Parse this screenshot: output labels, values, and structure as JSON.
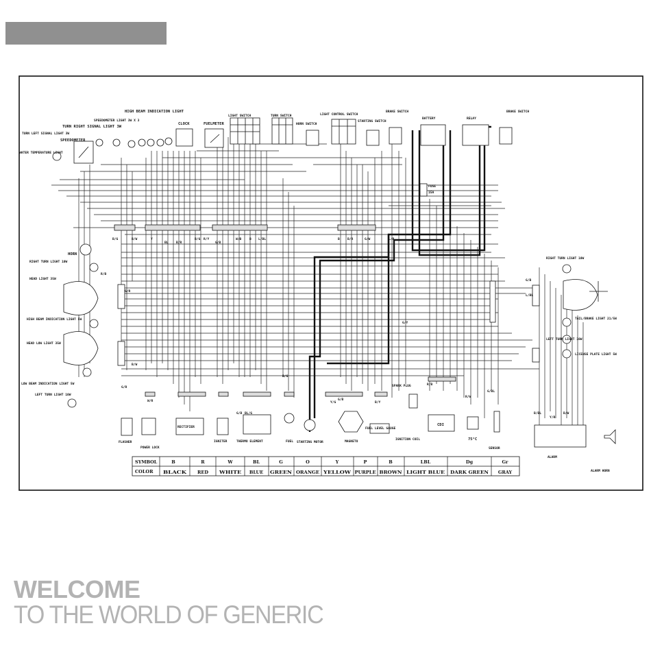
{
  "diagram": {
    "components": {
      "high_beam_indication_light": "HIGH BEAM INDICATION LIGHT",
      "speedometer_light": "SPEEDOMETER LIGHT 3W X 3",
      "turn_right_signal_light": "TURN RIGHT SIGNAL LIGHT 3W",
      "turn_left_signal_light": "TURN LEFT SIGNAL LIGHT 3W",
      "speedometer": "SPEEDOMETER",
      "water_temperature_light": "WATER TEMPERATURE LIGHT",
      "clock": "CLOCK",
      "fuel_meter": "FUELMETER",
      "light_switch": "LIGHT SWITCH",
      "turn_switch": "TURN SWITCH",
      "horn_switch": "HORN SWITCH",
      "light_control_switch": "LIGHT CONTROL SWITCH",
      "starting_switch": "STARTING SWITCH",
      "brake_switch_1": "BRAKE SWITCH",
      "battery": "BATTERY",
      "relay": "RELAY",
      "brake_switch_2": "BRAKE SWITCH",
      "fuse": "FUSE",
      "fuse_rating": "15A",
      "horn": "HORN",
      "right_turn_light_front": "RIGHT TURN LIGHT 10W",
      "head_light": "HEAD LIGHT 35W",
      "high_beam_indication_light_5w": "HIGH BEAM INDICATION LIGHT 5W",
      "head_low_light": "HEAD LOW LIGHT 35W",
      "low_beam_indication_light": "LOW BEAM INDICATION LIGHT 5W",
      "left_turn_light_front": "LEFT TURN LIGHT 10W",
      "right_turn_light_rear": "RIGHT TURN LIGHT 10W",
      "tail_brake_light": "TAIL/BRAKE LIGHT 21/5W",
      "left_turn_light_rear": "LEFT TURN LIGHT 10W",
      "license_plate_light": "LICENSE PLATE LIGHT 5W",
      "flasher": "FLASHER",
      "power_lock": "POWER LOCK",
      "rectifier": "RECTIFIER",
      "ignitor": "IGNITER",
      "thermo_element": "THERMO ELEMENT",
      "fuel_gauge": "FUEL",
      "starting_motor": "STARTING MOTOR",
      "magneto": "MAGNETO",
      "fuel_level_gauge": "FUEL LEVEL GAUGE",
      "spark_plug": "SPARK PLUG",
      "ignition_coil": "IGNITION COIL",
      "cdi": "CDI",
      "temp_sensor": "75°C",
      "sensor": "SENSOR",
      "alarm": "ALARM",
      "alarm_horn": "ALARM HORN"
    },
    "wire_codes": [
      "B/G",
      "B/W",
      "Y",
      "BL",
      "B/G",
      "G/B",
      "W/B",
      "B",
      "L/BL",
      "B",
      "B/R",
      "G/W",
      "R/B",
      "G/R",
      "B/W",
      "G/Y",
      "G/R",
      "W/R",
      "B/G",
      "Y/G",
      "B/Y",
      "G/B",
      "R/B",
      "R/W",
      "G/BL",
      "B/BL",
      "B/W",
      "G/B",
      "L/BL",
      "L/R",
      "B/R",
      "R/Y",
      "G/B",
      "BL/G",
      "Y/R"
    ],
    "legend": {
      "row_symbol_label": "SYMBOL",
      "row_color_label": "COLOR",
      "symbols": [
        "B",
        "R",
        "W",
        "BL",
        "G",
        "O",
        "Y",
        "P",
        "B",
        "LBL",
        "Dg",
        "Gr"
      ],
      "colors": [
        "BLACK",
        "RED",
        "WHITE",
        "BLUE",
        "GREEN",
        "ORANGE",
        "YELLOW",
        "PURPLE",
        "BROWN",
        "LIGHT BLUE",
        "DARK GREEN",
        "GRAY"
      ]
    }
  },
  "footer": {
    "welcome": "WELCOME",
    "tagline": "TO THE WORLD OF GENERIC"
  }
}
